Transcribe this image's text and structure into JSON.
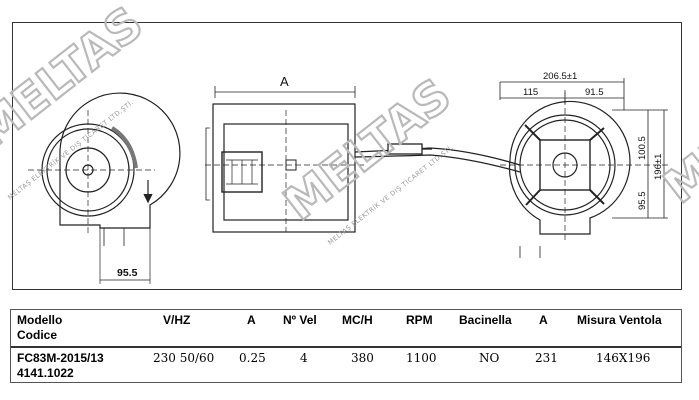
{
  "drawing": {
    "dimensions": {
      "width_a": "A",
      "overall": "206.5±1",
      "left_part": "115",
      "right_part": "91.5",
      "upper": "100.5",
      "lower": "95.5",
      "height": "196±1",
      "base_offset": "95.5"
    },
    "watermark": {
      "brand": "MELTAS",
      "company": "MELTAŞ ELEKTRİK VE DIŞ TİCARET LTD.ŞTİ."
    }
  },
  "table": {
    "headers": {
      "model_line1": "Modello",
      "model_line2": "Codice",
      "vhz": "V/HZ",
      "amp": "A",
      "speeds": "Nº Vel",
      "mch": "MC/H",
      "rpm": "RPM",
      "tray": "Bacinella",
      "a2": "A",
      "fan_size": "Misura Ventola"
    },
    "row": {
      "model_line1": "FC83M-2015/13",
      "model_line2": "4141.1022",
      "vhz": "230 50/60",
      "amp": "0.25",
      "speeds": "4",
      "mch": "380",
      "rpm": "1100",
      "tray": "NO",
      "a2": "231",
      "fan_size": "146X196"
    }
  }
}
